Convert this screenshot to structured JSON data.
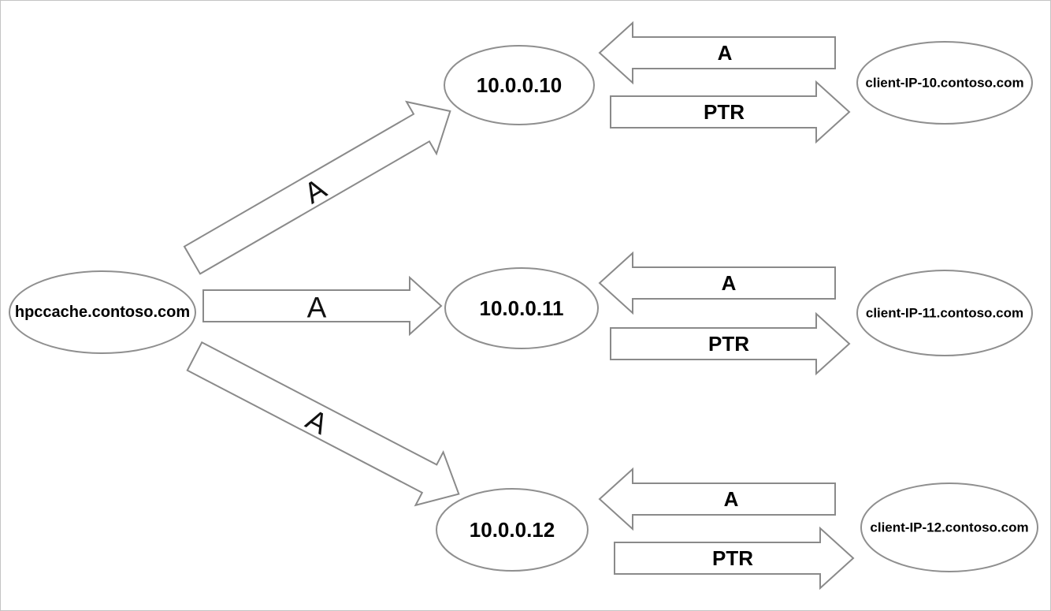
{
  "colors": {
    "background": "#ffffff",
    "page_border": "#c4c4c4",
    "node_stroke": "#8f8f8f",
    "arrow_stroke": "#8a8a8a",
    "text": "#000000"
  },
  "diagram": {
    "source": {
      "label": "hpccache.contoso.com"
    },
    "fanout_arrows": [
      {
        "label": "A",
        "to": "10.0.0.10"
      },
      {
        "label": "A",
        "to": "10.0.0.11"
      },
      {
        "label": "A",
        "to": "10.0.0.12"
      }
    ],
    "rows": [
      {
        "ip_label": "10.0.0.10",
        "a_label": "A",
        "ptr_label": "PTR",
        "client_label": "client-IP-10.contoso.com"
      },
      {
        "ip_label": "10.0.0.11",
        "a_label": "A",
        "ptr_label": "PTR",
        "client_label": "client-IP-11.contoso.com"
      },
      {
        "ip_label": "10.0.0.12",
        "a_label": "A",
        "ptr_label": "PTR",
        "client_label": "client-IP-12.contoso.com"
      }
    ]
  }
}
